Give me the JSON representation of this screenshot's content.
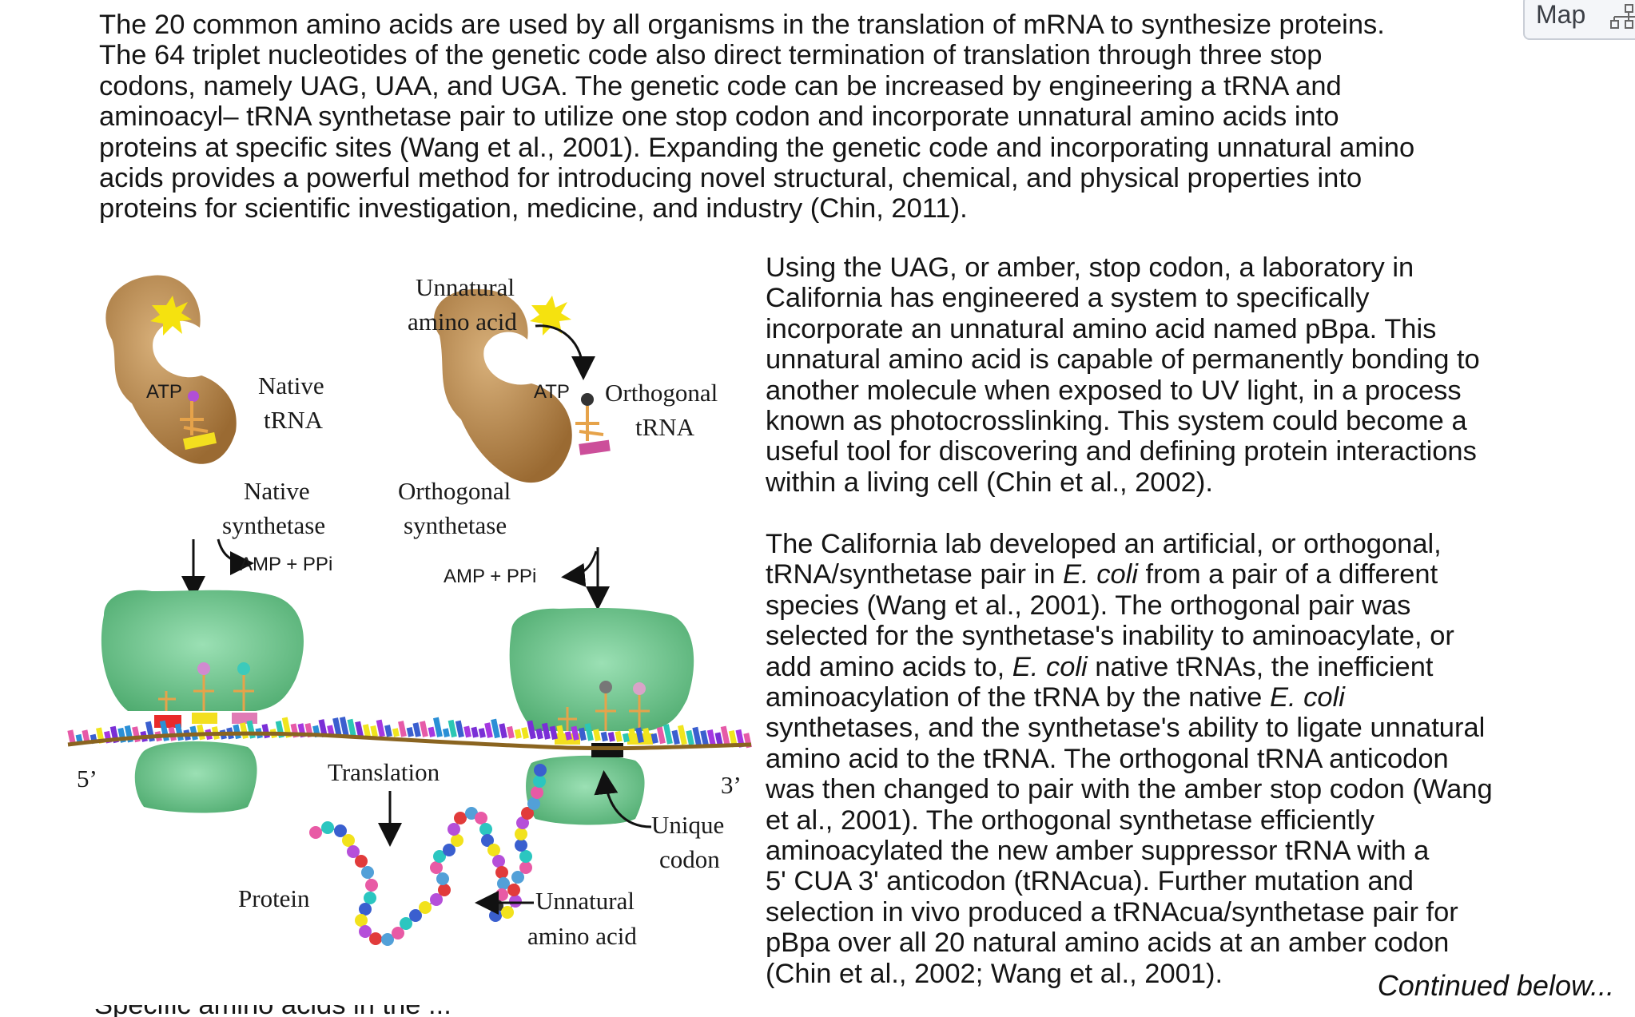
{
  "map_button": {
    "label": "Map"
  },
  "paragraph1": {
    "lines": [
      "The 20 common amino acids are used by all organisms in the translation of mRNA to synthesize proteins.",
      "The 64 triplet nucleotides of the genetic code also direct termination of translation through three stop",
      "codons, namely UAG, UAA, and UGA. The genetic code can be increased by engineering a tRNA and",
      "aminoacyl– tRNA synthetase pair to utilize one stop codon and incorporate unnatural amino acids into",
      "proteins at specific sites (Wang et al., 2001). Expanding the genetic code and incorporating unnatural amino",
      "acids provides a powerful method for introducing novel structural, chemical, and physical properties into",
      "proteins for scientific investigation, medicine, and industry (Chin, 2011)."
    ]
  },
  "paragraph2": {
    "lines": [
      "Using the UAG, or amber, stop codon, a laboratory in",
      "California has engineered a system to specifically",
      "incorporate an unnatural amino acid named pBpa. This",
      "unnatural amino acid is capable of permanently bonding to",
      "another molecule when exposed to UV light, in a process",
      "known as photocrosslinking. This system could become a",
      "useful tool for discovering and defining protein interactions",
      "within a living cell (Chin et al., 2002)."
    ]
  },
  "paragraph3": {
    "l1": "The California lab developed an artificial, or orthogonal,",
    "l2a": "tRNA/synthetase pair in ",
    "l2i": "E. coli",
    "l2b": " from a pair of a different",
    "l3": "species (Wang et al., 2001). The orthogonal pair was",
    "l4": "selected for the synthetase's inability to aminoacylate, or",
    "l5a": "add amino acids to, ",
    "l5i": "E. coli",
    "l5b": " native tRNAs, the inefficient",
    "l6a": "aminoacylation of the tRNA by the native ",
    "l6i": "E. coli",
    "l7": "synthetases, and the synthetase's ability to ligate unnatural",
    "l8": "amino acid to the tRNA. The orthogonal tRNA anticodon",
    "l9": "was then changed to pair with the amber stop codon (Wang",
    "l10": "et al., 2001). The orthogonal synthetase efficiently",
    "l11": "aminoacylated the new amber suppressor tRNA with a",
    "l12": "5' CUA 3' anticodon (tRNAcua). Further mutation and",
    "l13": "selection in vivo produced a tRNAcua/synthetase pair for",
    "l14": "pBpa over all 20 natural amino acids at an amber codon",
    "l15": "(Chin et al., 2002; Wang et al., 2001)."
  },
  "continued": "Continued below...",
  "cutoff_line": "Specific amino acids in the ...",
  "figure": {
    "unnatural_1": "Unnatural",
    "unnatural_2": "amino acid",
    "atp": "ATP",
    "native_trna_1": "Native",
    "native_trna_2": "tRNA",
    "orthogonal_trna_1": "Orthogonal",
    "orthogonal_trna_2": "tRNA",
    "native_synth_1": "Native",
    "native_synth_2": "synthetase",
    "orthogonal_synth_1": "Orthogonal",
    "orthogonal_synth_2": "synthetase",
    "amp_ppi": "AMP + PPi",
    "five_prime": "5’",
    "three_prime": "3’",
    "translation": "Translation",
    "protein": "Protein",
    "unique_1": "Unique",
    "unique_2": "codon",
    "unnatural_aa_1": "Unnatural",
    "unnatural_aa_2": "amino acid"
  },
  "colors": {
    "synthetase": "#a4743d",
    "ribosome": "#55b57a",
    "atp_star": "#f5e20f",
    "mrna_backbone": "#8a6420"
  }
}
